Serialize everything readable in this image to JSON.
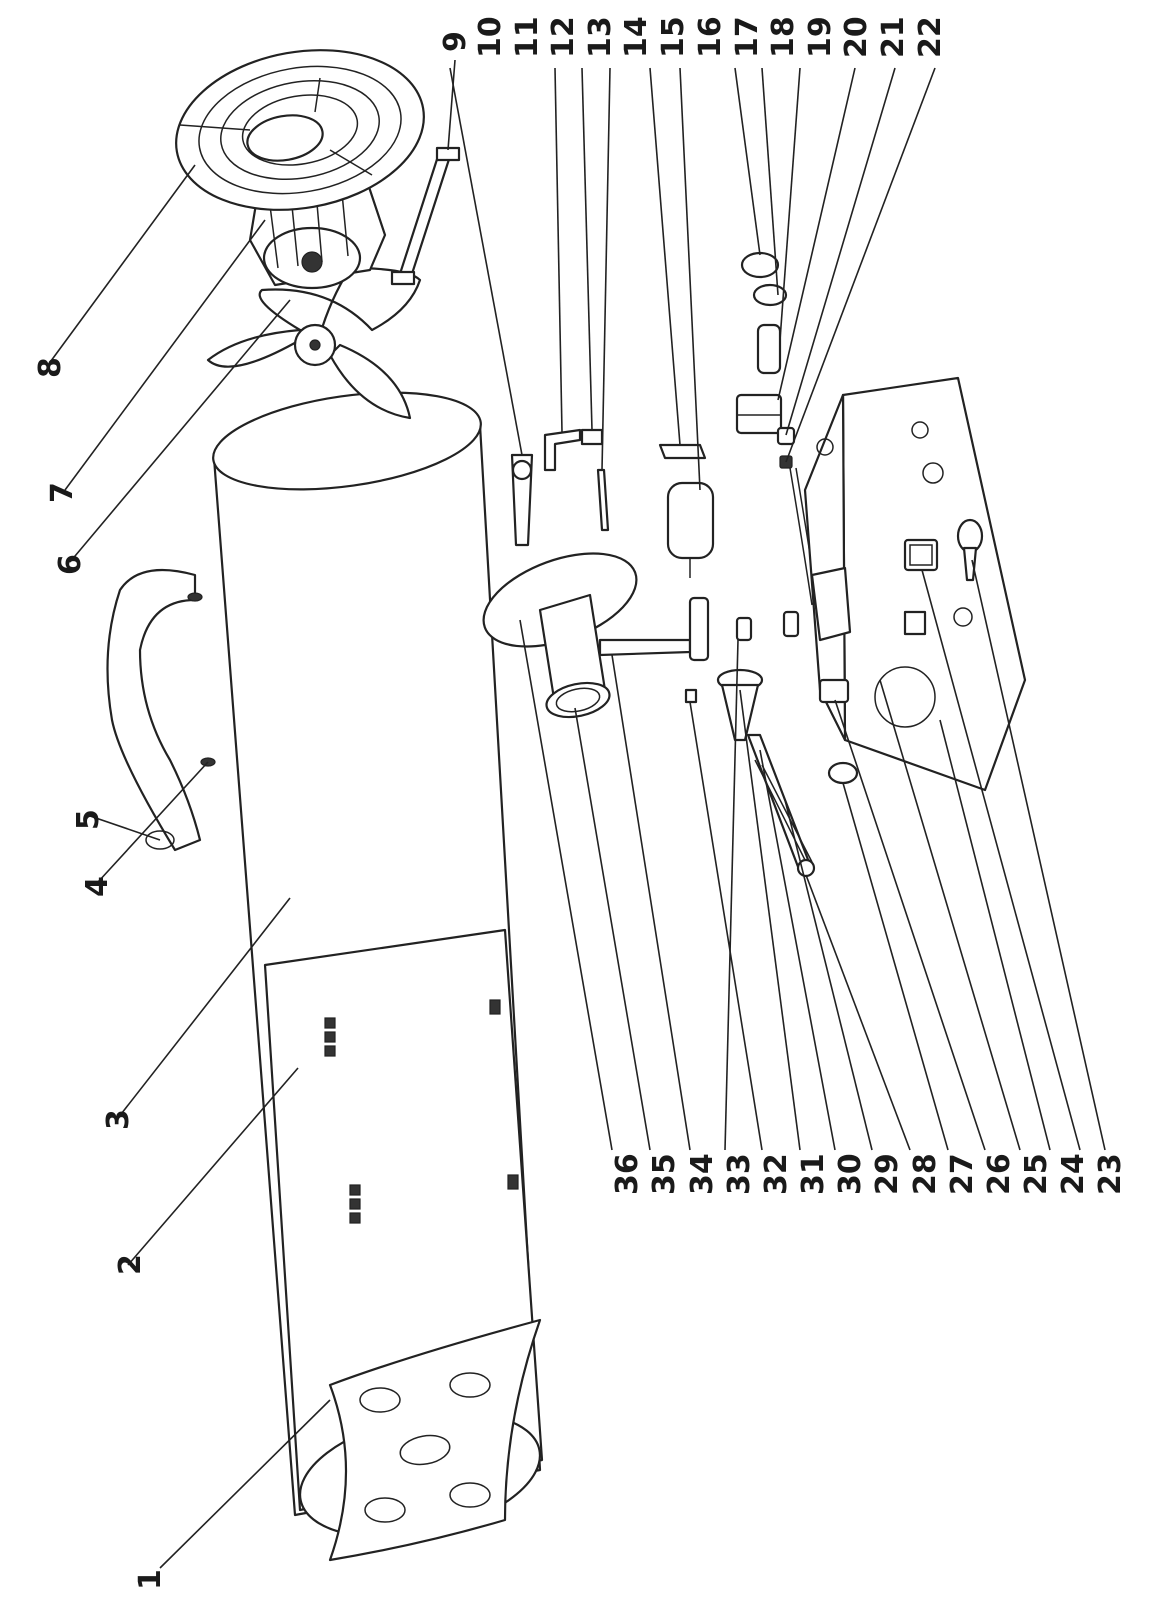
{
  "labels": {
    "1": "1",
    "2": "2",
    "3": "3",
    "4": "4",
    "5": "5",
    "6": "6",
    "7": "7",
    "8": "8",
    "9": "9",
    "10": "10",
    "11": "11",
    "12": "12",
    "13": "13",
    "14": "14",
    "15": "15",
    "16": "16",
    "17": "17",
    "18": "18",
    "19": "19",
    "20": "20",
    "21": "21",
    "22": "22",
    "23": "23",
    "24": "24",
    "25": "25",
    "26": "26",
    "27": "27",
    "28": "28",
    "29": "29",
    "30": "30",
    "31": "31",
    "32": "32",
    "33": "33",
    "34": "34",
    "35": "35",
    "36": "36"
  },
  "colors": {
    "line": "#222222",
    "background": "#ffffff"
  }
}
